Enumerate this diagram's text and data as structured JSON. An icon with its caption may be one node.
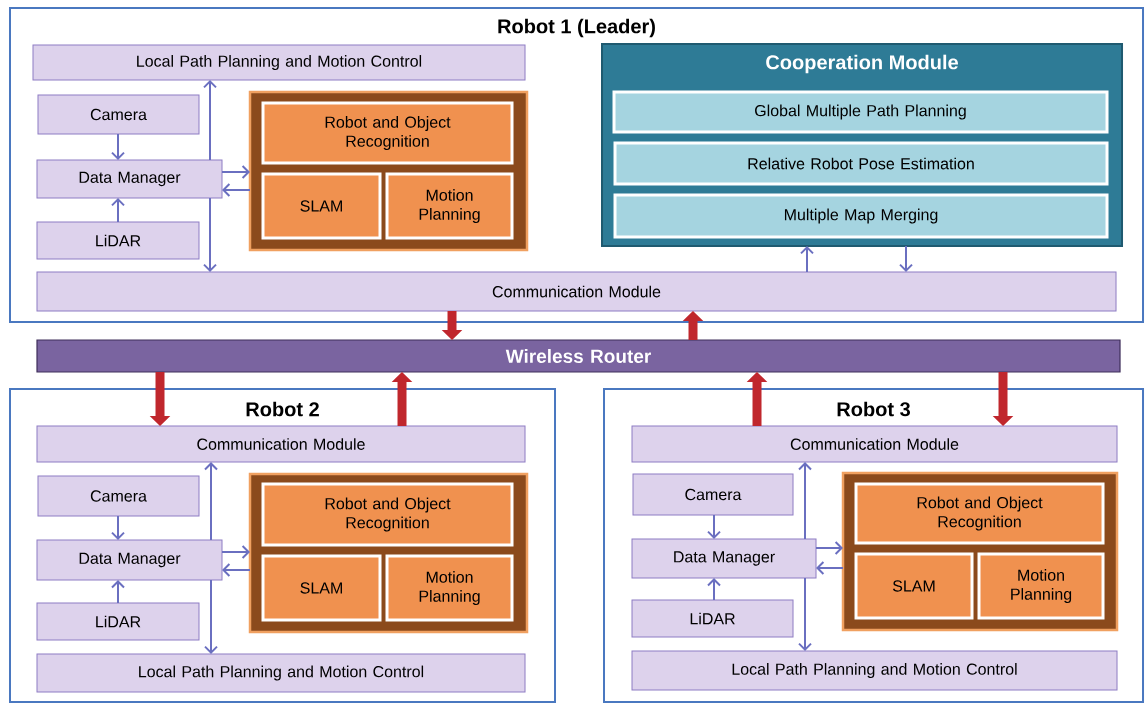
{
  "diagram": {
    "nodes": [
      {
        "text": [
          "Robot 1 (Leader)"
        ]
      },
      {
        "text": [
          "Local Path Planning and Motion Control"
        ],
        "in": 0
      },
      {
        "text": [
          "Camera"
        ],
        "in": 0
      },
      {
        "text": [
          "Data Manager"
        ],
        "in": 0
      },
      {
        "text": [
          "LiDAR"
        ],
        "in": 0
      },
      {
        "text": [],
        "shape": "box",
        "in": 0
      },
      {
        "text": [
          "Robot and Object Recognition"
        ],
        "in": 5
      },
      {
        "text": [
          "SLAM"
        ],
        "in": 5
      },
      {
        "text": [
          "Motion Planning"
        ],
        "in": 5
      },
      {
        "text": [
          "Cooperation Module"
        ],
        "in": 0
      },
      {
        "text": [
          "Global Multiple Path Planning"
        ],
        "in": 9
      },
      {
        "text": [
          "Relative Robot Pose Estimation"
        ],
        "in": 9
      },
      {
        "text": [
          "Multiple Map Merging"
        ],
        "in": 9
      },
      {
        "text": [
          "Communication Module"
        ],
        "in": 0
      },
      {
        "text": [
          "Wireless Router"
        ]
      },
      {
        "text": [
          "Robot 2"
        ]
      },
      {
        "text": [
          "Communication Module"
        ],
        "in": 15
      },
      {
        "text": [
          "Camera"
        ],
        "in": 15
      },
      {
        "text": [
          "Data Manager"
        ],
        "in": 15
      },
      {
        "text": [
          "LiDAR"
        ],
        "in": 15
      },
      {
        "text": [],
        "shape": "box",
        "in": 15
      },
      {
        "text": [
          "Robot and Object Recognition"
        ],
        "in": 20
      },
      {
        "text": [
          "SLAM"
        ],
        "in": 20
      },
      {
        "text": [
          "Motion Planning"
        ],
        "in": 20
      },
      {
        "text": [
          "Local Path Planning and Motion Control"
        ],
        "in": 15
      },
      {
        "text": [
          "Robot 3"
        ]
      },
      {
        "text": [
          "Communication Module"
        ],
        "in": 25
      },
      {
        "text": [
          "Camera"
        ],
        "in": 25
      },
      {
        "text": [
          "Data Manager"
        ],
        "in": 25
      },
      {
        "text": [
          "LiDAR"
        ],
        "in": 25
      },
      {
        "text": [],
        "shape": "box",
        "in": 25
      },
      {
        "text": [
          "Robot and Object Recognition"
        ],
        "in": 30
      },
      {
        "text": [
          "SLAM"
        ],
        "in": 30
      },
      {
        "text": [
          "Motion Planning"
        ],
        "in": 30
      },
      {
        "text": [
          "Local Path Planning and Motion Control"
        ],
        "in": 25
      }
    ],
    "edges": [
      {
        "from": 2,
        "to": 3,
        "arrow": "to"
      },
      {
        "from": 4,
        "to": 3,
        "arrow": "to"
      },
      {
        "from": 3,
        "to": 1,
        "arrow": "to"
      },
      {
        "from": 3,
        "to": 13,
        "arrow": "to"
      },
      {
        "from": 3,
        "to": 5,
        "arrow": "to"
      },
      {
        "from": 5,
        "to": 3,
        "arrow": "to"
      },
      {
        "from": 13,
        "to": 9,
        "arrow": "to"
      },
      {
        "from": 9,
        "to": 13,
        "arrow": "to"
      },
      {
        "from": 13,
        "to": 14,
        "arrow": "to",
        "style": "thick",
        "color": "#c0272d"
      },
      {
        "from": 14,
        "to": 13,
        "arrow": "to",
        "style": "thick",
        "color": "#c0272d"
      },
      {
        "from": 14,
        "to": 16,
        "arrow": "to",
        "style": "thick",
        "color": "#c0272d"
      },
      {
        "from": 16,
        "to": 14,
        "arrow": "to",
        "style": "thick",
        "color": "#c0272d"
      },
      {
        "from": 17,
        "to": 18,
        "arrow": "to"
      },
      {
        "from": 19,
        "to": 18,
        "arrow": "to"
      },
      {
        "from": 18,
        "to": 16,
        "arrow": "to"
      },
      {
        "from": 18,
        "to": 24,
        "arrow": "to"
      },
      {
        "from": 18,
        "to": 20,
        "arrow": "to"
      },
      {
        "from": 20,
        "to": 18,
        "arrow": "to"
      },
      {
        "from": 26,
        "to": 14,
        "arrow": "to",
        "style": "thick",
        "color": "#c0272d"
      },
      {
        "from": 14,
        "to": 26,
        "arrow": "to",
        "style": "thick",
        "color": "#c0272d"
      },
      {
        "from": 27,
        "to": 28,
        "arrow": "to"
      },
      {
        "from": 29,
        "to": 28,
        "arrow": "to"
      },
      {
        "from": 28,
        "to": 26,
        "arrow": "to"
      },
      {
        "from": 28,
        "to": 34,
        "arrow": "to"
      },
      {
        "from": 28,
        "to": 30,
        "arrow": "to"
      },
      {
        "from": 30,
        "to": 28,
        "arrow": "to"
      }
    ]
  }
}
